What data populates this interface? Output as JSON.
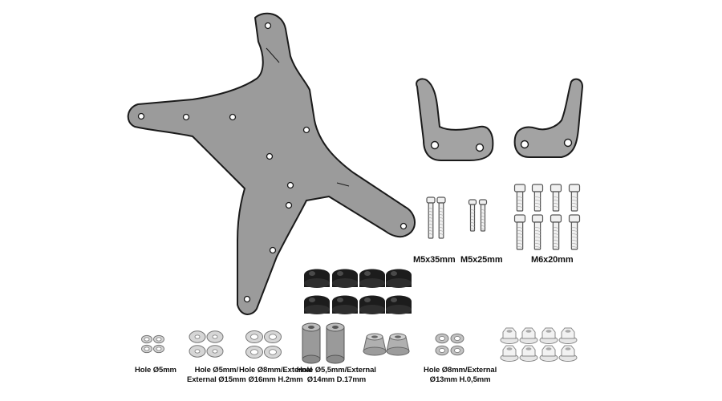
{
  "colors": {
    "plate": "#9b9b9b",
    "plate_stroke": "#1a1a1a",
    "bracket": "#a3a3a3",
    "bolt_fill": "#f0f0f0",
    "bolt_stroke": "#555555",
    "cap": "#1c1c1c",
    "spacer": "#9a9a9a",
    "washer": "#d6d6d6"
  },
  "labels": {
    "bolt_m5x35": "M5x35mm",
    "bolt_m5x25": "M5x25mm",
    "bolt_m6x20": "M6x20mm",
    "washer_small": "Hole Ø5mm",
    "washer_mid_1": "Hole Ø5mm/",
    "washer_mid_2": "External Ø15mm",
    "washer_large_1": "Hole Ø8mm/External",
    "washer_large_2": "Ø16mm H.2mm",
    "spacer_1": "Hole Ø5,5mm/External",
    "spacer_2": "Ø14mm D.17mm",
    "washer_thin_1": "Hole Ø8mm/External",
    "washer_thin_2": "Ø13mm H.0,5mm"
  },
  "icons": {
    "plate": "mounting-plate-icon",
    "bracket": "bracket-icon",
    "bolt": "bolt-icon",
    "cap": "rubber-cap-icon",
    "spacer": "spacer-icon",
    "washer": "washer-icon",
    "nut": "flange-nut-icon"
  }
}
